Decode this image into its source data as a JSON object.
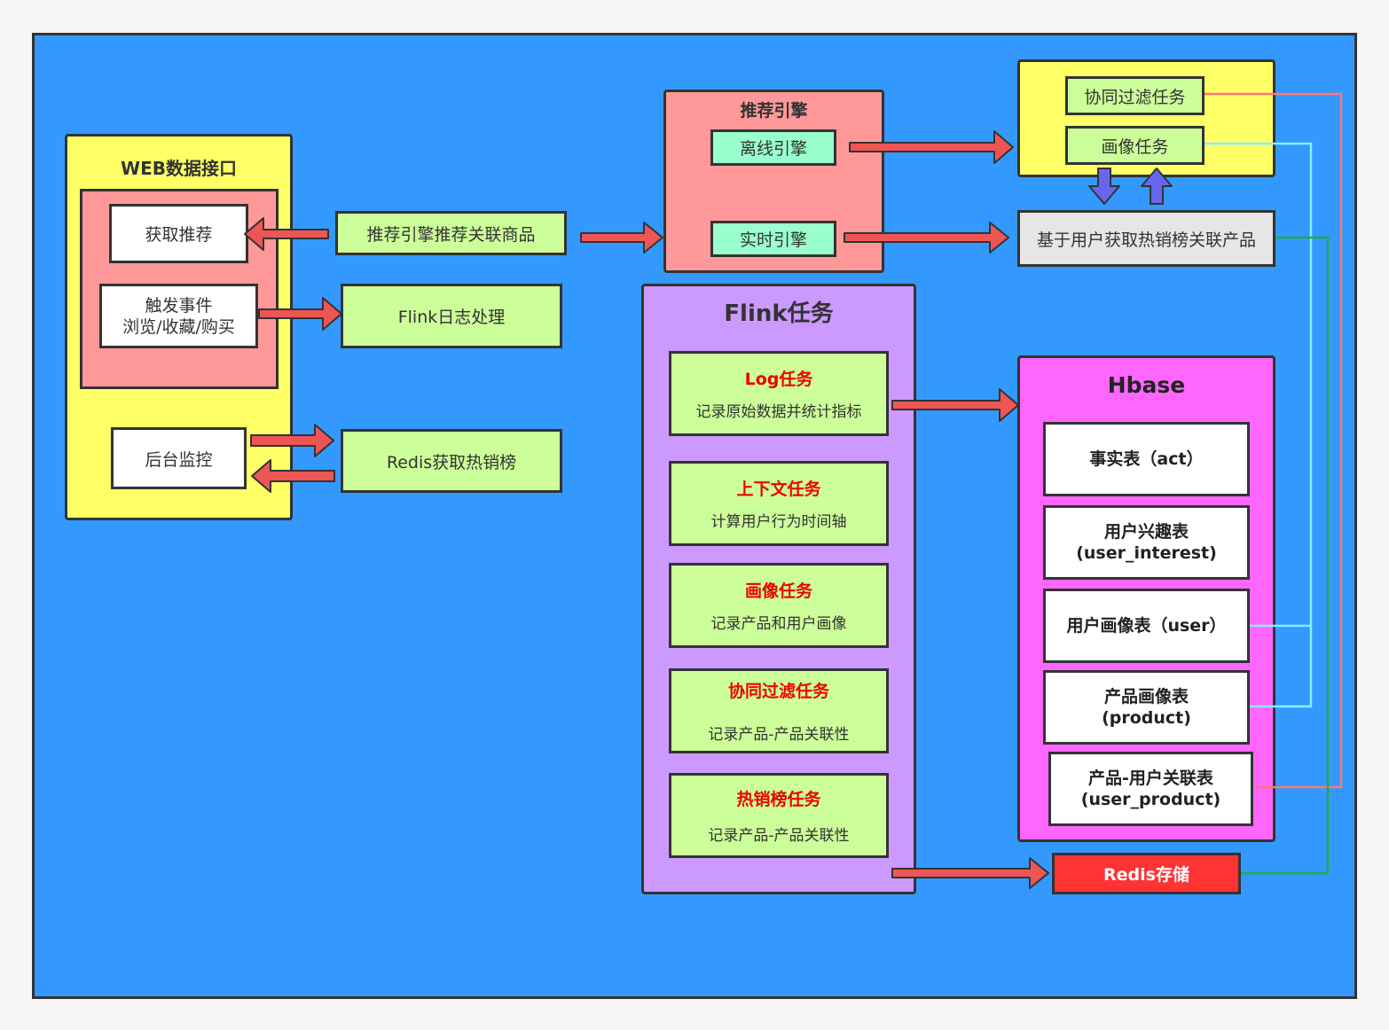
{
  "web_group": {
    "title": "WEB数据接口",
    "get_rec": "获取推荐",
    "trigger_line1": "触发事件",
    "trigger_line2": "浏览/收藏/购买",
    "backend": "后台监控"
  },
  "rec_link": "推荐引擎推荐关联商品",
  "flink_log": "Flink日志处理",
  "redis_hot": "Redis获取热销榜",
  "engine": {
    "title": "推荐引擎",
    "offline": "离线引擎",
    "realtime": "实时引擎"
  },
  "task_group": {
    "cf": "协同过滤任务",
    "profile": "画像任务"
  },
  "hot_related": "基于用户获取热销榜关联产品",
  "flink": {
    "title": "Flink任务",
    "tasks": [
      {
        "title": "Log任务",
        "desc": "记录原始数据并统计指标"
      },
      {
        "title": "上下文任务",
        "desc": "计算用户行为时间轴"
      },
      {
        "title": "画像任务",
        "desc": "记录产品和用户画像"
      },
      {
        "title": "协同过滤任务",
        "desc": "记录产品-产品关联性"
      },
      {
        "title": "热销榜任务",
        "desc": "记录产品-产品关联性"
      }
    ]
  },
  "hbase": {
    "title": "Hbase",
    "tables": [
      {
        "line1": "事实表（act）",
        "line2": ""
      },
      {
        "line1": "用户兴趣表",
        "line2": "(user_interest)"
      },
      {
        "line1": "用户画像表（user）",
        "line2": ""
      },
      {
        "line1": "产品画像表",
        "line2": "(product)"
      },
      {
        "line1": "产品-用户关联表",
        "line2": "(user_product)"
      }
    ]
  },
  "redis_store": "Redis存储",
  "colors": {
    "canvas": "#3399ff",
    "yellow": "#ffff66",
    "salmon": "#ff9999",
    "lightgreen": "#ccff99",
    "mint": "#99ffcc",
    "purple": "#cc99ff",
    "magenta": "#ff66ff",
    "red_box": "#ff3333",
    "arrow": "#ee5555"
  }
}
